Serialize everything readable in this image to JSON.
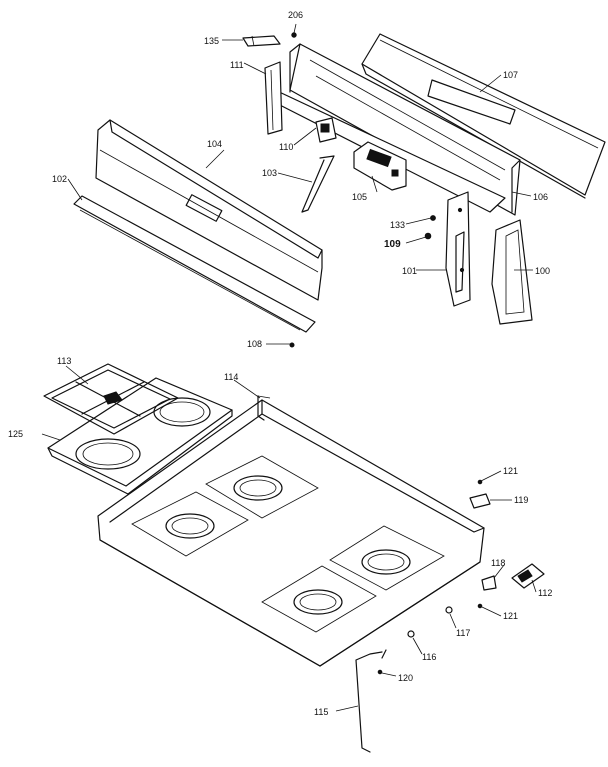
{
  "parts": {
    "p100": "100",
    "p101": "101",
    "p102": "102",
    "p103": "103",
    "p104": "104",
    "p105": "105",
    "p106": "106",
    "p107": "107",
    "p108": "108",
    "p109": "109",
    "p110": "110",
    "p111": "111",
    "p112": "112",
    "p113": "113",
    "p114": "114",
    "p115": "115",
    "p116": "116",
    "p117": "117",
    "p118": "118",
    "p119": "119",
    "p120": "120",
    "p121a": "121",
    "p121b": "121",
    "p125": "125",
    "p133": "133",
    "p135": "135",
    "p206": "206"
  }
}
